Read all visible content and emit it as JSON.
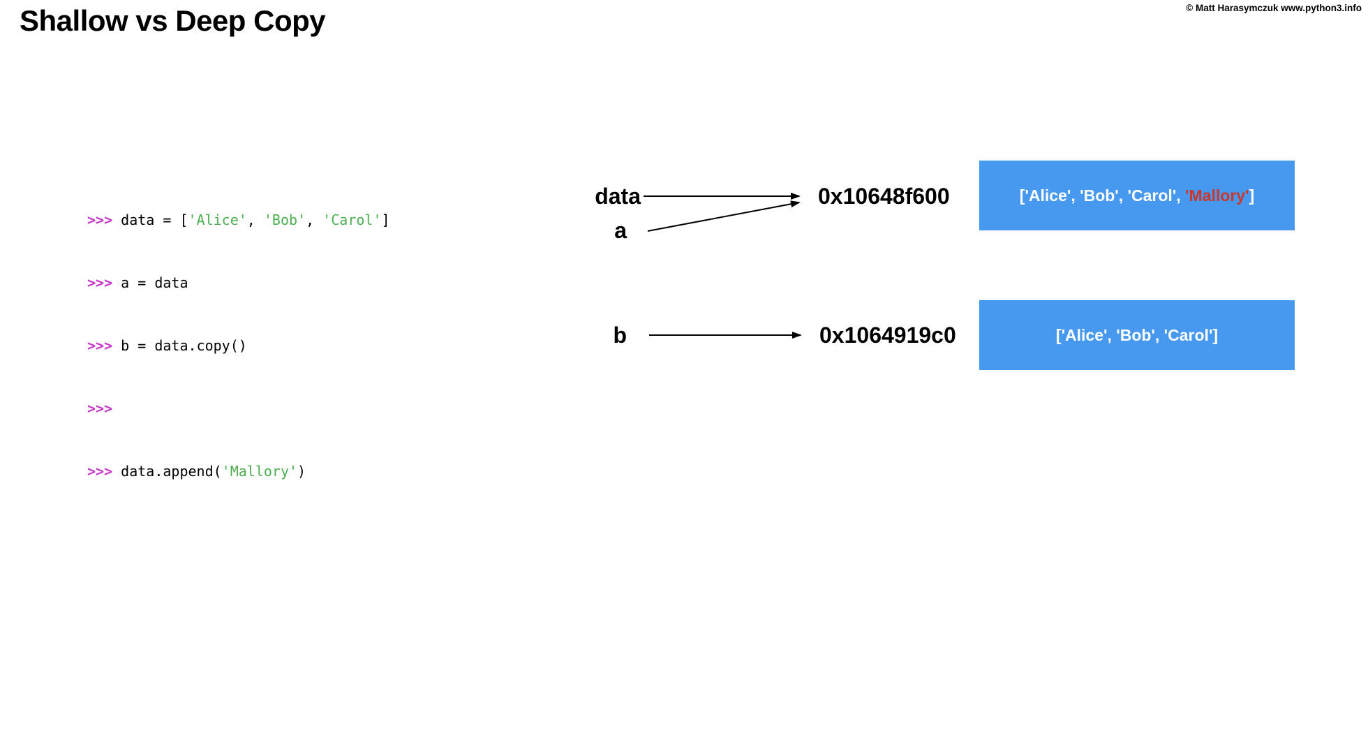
{
  "page": {
    "title": "Shallow vs Deep Copy",
    "copyright": "© Matt Harasymczuk www.python3.info"
  },
  "colors": {
    "accent-blue": "#4799F0",
    "string-green": "#4CAF50",
    "prompt-magenta": "#C837C8",
    "highlight-red": "#CB372D",
    "text-black": "#000000",
    "bg-white": "#FFFFFF"
  },
  "code": {
    "lines": [
      {
        "segments": [
          {
            "t": ">>> ",
            "c": "prompt"
          },
          {
            "t": "data = [",
            "c": "code"
          },
          {
            "t": "'Alice'",
            "c": "str"
          },
          {
            "t": ", ",
            "c": "code"
          },
          {
            "t": "'Bob'",
            "c": "str"
          },
          {
            "t": ", ",
            "c": "code"
          },
          {
            "t": "'Carol'",
            "c": "str"
          },
          {
            "t": "]",
            "c": "code"
          }
        ]
      },
      {
        "segments": [
          {
            "t": ">>> ",
            "c": "prompt"
          },
          {
            "t": "a = data",
            "c": "code"
          }
        ]
      },
      {
        "segments": [
          {
            "t": ">>> ",
            "c": "prompt"
          },
          {
            "t": "b = data.copy()",
            "c": "code"
          }
        ]
      },
      {
        "segments": [
          {
            "t": ">>>",
            "c": "prompt"
          }
        ]
      },
      {
        "segments": [
          {
            "t": ">>> ",
            "c": "prompt"
          },
          {
            "t": "data.append(",
            "c": "code"
          },
          {
            "t": "'Mallory'",
            "c": "str"
          },
          {
            "t": ")",
            "c": "code"
          }
        ]
      }
    ]
  },
  "diagram": {
    "rows": [
      {
        "variables": [
          "data",
          "a"
        ],
        "address": "0x10648f600",
        "box_segments": [
          {
            "t": "['Alice', 'Bob', 'Carol', ",
            "c": "white"
          },
          {
            "t": "'Mallory'",
            "c": "red"
          },
          {
            "t": "]",
            "c": "white"
          }
        ]
      },
      {
        "variables": [
          "b"
        ],
        "address": "0x1064919c0",
        "box_segments": [
          {
            "t": "['Alice', 'Bob', 'Carol']",
            "c": "white"
          }
        ]
      }
    ]
  }
}
